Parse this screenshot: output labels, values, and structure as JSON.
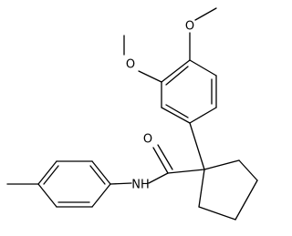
{
  "structure": {
    "atoms": {
      "o_methoxy_top": "O",
      "o_methoxy_left": "O",
      "o_carbonyl": "O",
      "n_amide": "NH"
    }
  }
}
